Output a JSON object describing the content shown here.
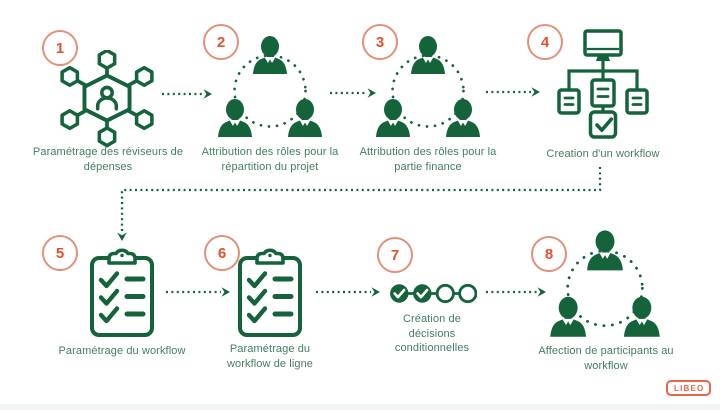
{
  "diagram": {
    "steps": [
      {
        "number": "1",
        "label": "Paramétrage des réviseurs de dépenses",
        "icon": "user-network-hub-icon"
      },
      {
        "number": "2",
        "label": "Attribution des rôles pour la répartition du projet",
        "icon": "team-circle-icon"
      },
      {
        "number": "3",
        "label": "Attribution des rôles pour la partie finance",
        "icon": "team-circle-icon"
      },
      {
        "number": "4",
        "label": "Creation d'un workflow",
        "icon": "workflow-tree-icon"
      },
      {
        "number": "5",
        "label": "Paramétrage du workflow",
        "icon": "checklist-clipboard-icon"
      },
      {
        "number": "6",
        "label": "Paramétrage du workflow de ligne",
        "icon": "checklist-clipboard-icon"
      },
      {
        "number": "7",
        "label": "Création de décisions conditionnelles",
        "icon": "conditional-decisions-icon"
      },
      {
        "number": "8",
        "label": "Affection de participants au workflow",
        "icon": "team-circle-icon"
      }
    ],
    "badge_label": "LIBEO",
    "colors": {
      "icon_green": "#15633A",
      "label_green": "#447E62",
      "number_orange": "#E0512F",
      "circle_orange": "#E29079",
      "badge_orange": "#E8644C"
    }
  }
}
